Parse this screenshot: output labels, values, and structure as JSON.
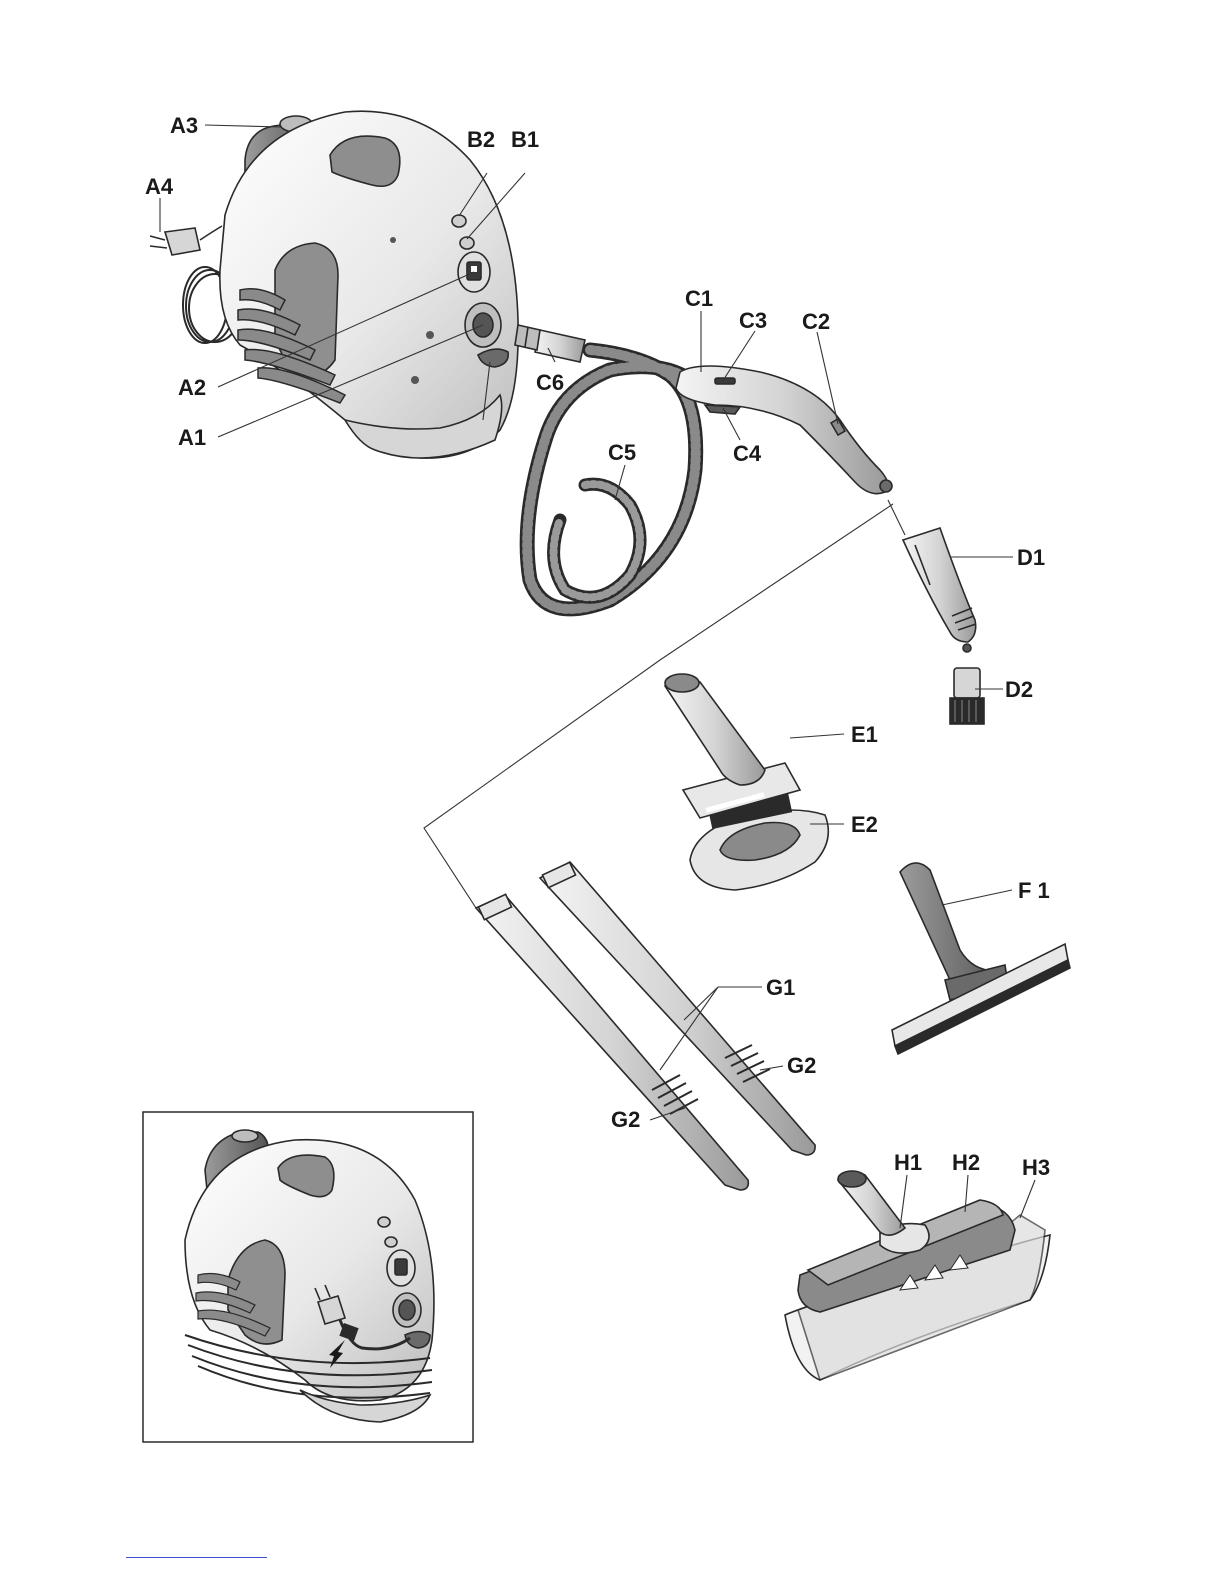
{
  "labels": {
    "A1": "A1",
    "A2": "A2",
    "A3": "A3",
    "A4": "A4",
    "B1": "B1",
    "B2": "B2",
    "C1": "C1",
    "C2": "C2",
    "C3": "C3",
    "C4": "C4",
    "C5": "C5",
    "C6": "C6",
    "D1": "D1",
    "D2": "D2",
    "E1": "E1",
    "E2": "E2",
    "F1": "F 1",
    "G1": "G1",
    "G2a": "G2",
    "G2b": "G2",
    "H1": "H1",
    "H2": "H2",
    "H3": "H3"
  },
  "colors": {
    "outline": "#2a2a2a",
    "body_light": "#efefef",
    "body_mid": "#c9c9c9",
    "body_dark": "#7c7c7c",
    "tube": "#cfcfcf",
    "hose": "#8a8a8a"
  }
}
